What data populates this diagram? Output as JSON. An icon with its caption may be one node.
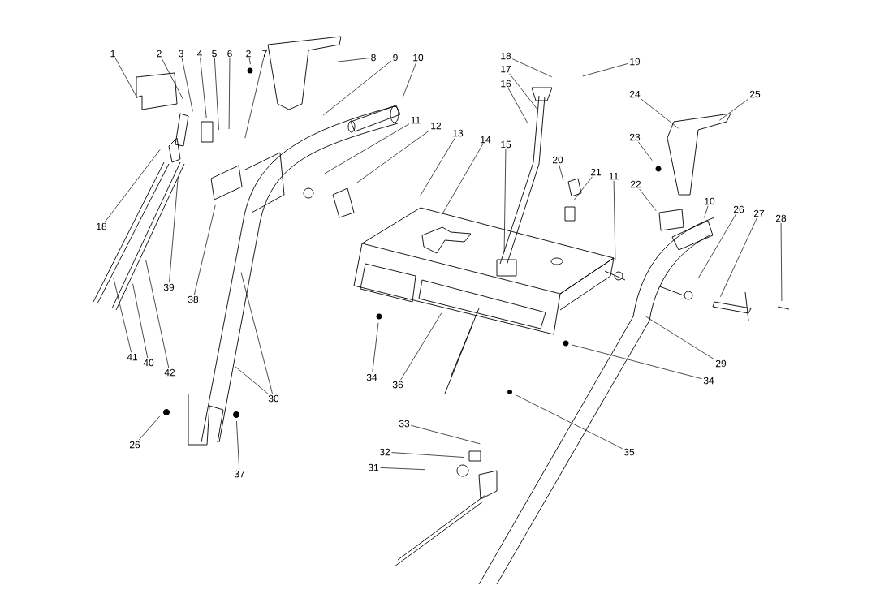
{
  "diagram": {
    "nodes": [
      {
        "text": [
          "1"
        ]
      },
      {
        "text": [
          "2"
        ]
      },
      {
        "text": [
          "3"
        ]
      },
      {
        "text": [
          "4"
        ]
      },
      {
        "text": [
          "5"
        ]
      },
      {
        "text": [
          "6"
        ]
      },
      {
        "text": [
          "2"
        ]
      },
      {
        "text": [
          "7"
        ]
      },
      {
        "text": [
          "8"
        ]
      },
      {
        "text": [
          "9"
        ]
      },
      {
        "text": [
          "10"
        ]
      },
      {
        "text": [
          "18"
        ]
      },
      {
        "text": [
          "19"
        ]
      },
      {
        "text": [
          "17"
        ]
      },
      {
        "text": [
          "16"
        ]
      },
      {
        "text": [
          "24"
        ]
      },
      {
        "text": [
          "25"
        ]
      },
      {
        "text": [
          "11"
        ]
      },
      {
        "text": [
          "12"
        ]
      },
      {
        "text": [
          "13"
        ]
      },
      {
        "text": [
          "23"
        ]
      },
      {
        "text": [
          "14"
        ]
      },
      {
        "text": [
          "15"
        ]
      },
      {
        "text": [
          "20"
        ]
      },
      {
        "text": [
          "21"
        ]
      },
      {
        "text": [
          "11"
        ]
      },
      {
        "text": [
          "22"
        ]
      },
      {
        "text": [
          "10"
        ]
      },
      {
        "text": [
          "26"
        ]
      },
      {
        "text": [
          "27"
        ]
      },
      {
        "text": [
          "28"
        ]
      },
      {
        "text": [
          "18"
        ]
      },
      {
        "text": [
          "39"
        ]
      },
      {
        "text": [
          "38"
        ]
      },
      {
        "text": [
          "41"
        ]
      },
      {
        "text": [
          "40"
        ]
      },
      {
        "text": [
          "42"
        ]
      },
      {
        "text": [
          "29"
        ]
      },
      {
        "text": [
          "34"
        ]
      },
      {
        "text": [
          "36"
        ]
      },
      {
        "text": [
          "34"
        ]
      },
      {
        "text": [
          "30"
        ]
      },
      {
        "text": [
          "26"
        ]
      },
      {
        "text": [
          "33"
        ]
      },
      {
        "text": [
          "32"
        ]
      },
      {
        "text": [
          "35"
        ]
      },
      {
        "text": [
          "31"
        ]
      },
      {
        "text": [
          "37"
        ]
      }
    ],
    "edges": [
      {
        "from": 0,
        "to": null,
        "arrow": "none"
      },
      {
        "from": 1,
        "to": null,
        "arrow": "none"
      },
      {
        "from": 2,
        "to": null,
        "arrow": "none"
      },
      {
        "from": 3,
        "to": null,
        "arrow": "none"
      },
      {
        "from": 4,
        "to": null,
        "arrow": "none"
      },
      {
        "from": 5,
        "to": null,
        "arrow": "none"
      },
      {
        "from": 6,
        "to": null,
        "arrow": "none"
      },
      {
        "from": 7,
        "to": null,
        "arrow": "none"
      },
      {
        "from": 8,
        "to": null,
        "arrow": "none"
      },
      {
        "from": 9,
        "to": null,
        "arrow": "none"
      },
      {
        "from": 10,
        "to": null,
        "arrow": "none"
      },
      {
        "from": 11,
        "to": null,
        "arrow": "none"
      },
      {
        "from": 12,
        "to": null,
        "arrow": "none"
      },
      {
        "from": 13,
        "to": null,
        "arrow": "none"
      },
      {
        "from": 14,
        "to": null,
        "arrow": "none"
      },
      {
        "from": 15,
        "to": null,
        "arrow": "none"
      },
      {
        "from": 16,
        "to": null,
        "arrow": "none"
      },
      {
        "from": 17,
        "to": null,
        "arrow": "none"
      },
      {
        "from": 18,
        "to": null,
        "arrow": "none"
      },
      {
        "from": 19,
        "to": null,
        "arrow": "none"
      },
      {
        "from": 20,
        "to": null,
        "arrow": "none"
      },
      {
        "from": 21,
        "to": null,
        "arrow": "none"
      },
      {
        "from": 22,
        "to": null,
        "arrow": "none"
      },
      {
        "from": 23,
        "to": null,
        "arrow": "none"
      },
      {
        "from": 24,
        "to": null,
        "arrow": "none"
      },
      {
        "from": 25,
        "to": null,
        "arrow": "none"
      },
      {
        "from": 26,
        "to": null,
        "arrow": "none"
      },
      {
        "from": 27,
        "to": null,
        "arrow": "none"
      },
      {
        "from": 28,
        "to": null,
        "arrow": "none"
      },
      {
        "from": 29,
        "to": null,
        "arrow": "none"
      },
      {
        "from": 30,
        "to": null,
        "arrow": "none"
      },
      {
        "from": 31,
        "to": null,
        "arrow": "none"
      },
      {
        "from": 32,
        "to": null,
        "arrow": "none"
      },
      {
        "from": 33,
        "to": null,
        "arrow": "none"
      },
      {
        "from": 34,
        "to": null,
        "arrow": "none"
      },
      {
        "from": 35,
        "to": null,
        "arrow": "none"
      },
      {
        "from": 36,
        "to": null,
        "arrow": "none"
      },
      {
        "from": 37,
        "to": null,
        "arrow": "none"
      },
      {
        "from": 38,
        "to": null,
        "arrow": "none"
      },
      {
        "from": 39,
        "to": null,
        "arrow": "none"
      },
      {
        "from": 40,
        "to": null,
        "arrow": "none"
      },
      {
        "from": 41,
        "to": null,
        "arrow": "none"
      },
      {
        "from": 41,
        "to": null,
        "arrow": "none"
      },
      {
        "from": 42,
        "to": null,
        "arrow": "none"
      },
      {
        "from": 43,
        "to": null,
        "arrow": "none"
      },
      {
        "from": 44,
        "to": null,
        "arrow": "none"
      },
      {
        "from": 45,
        "to": null,
        "arrow": "none"
      },
      {
        "from": 46,
        "to": null,
        "arrow": "none"
      },
      {
        "from": 47,
        "to": null,
        "arrow": "none"
      }
    ]
  }
}
